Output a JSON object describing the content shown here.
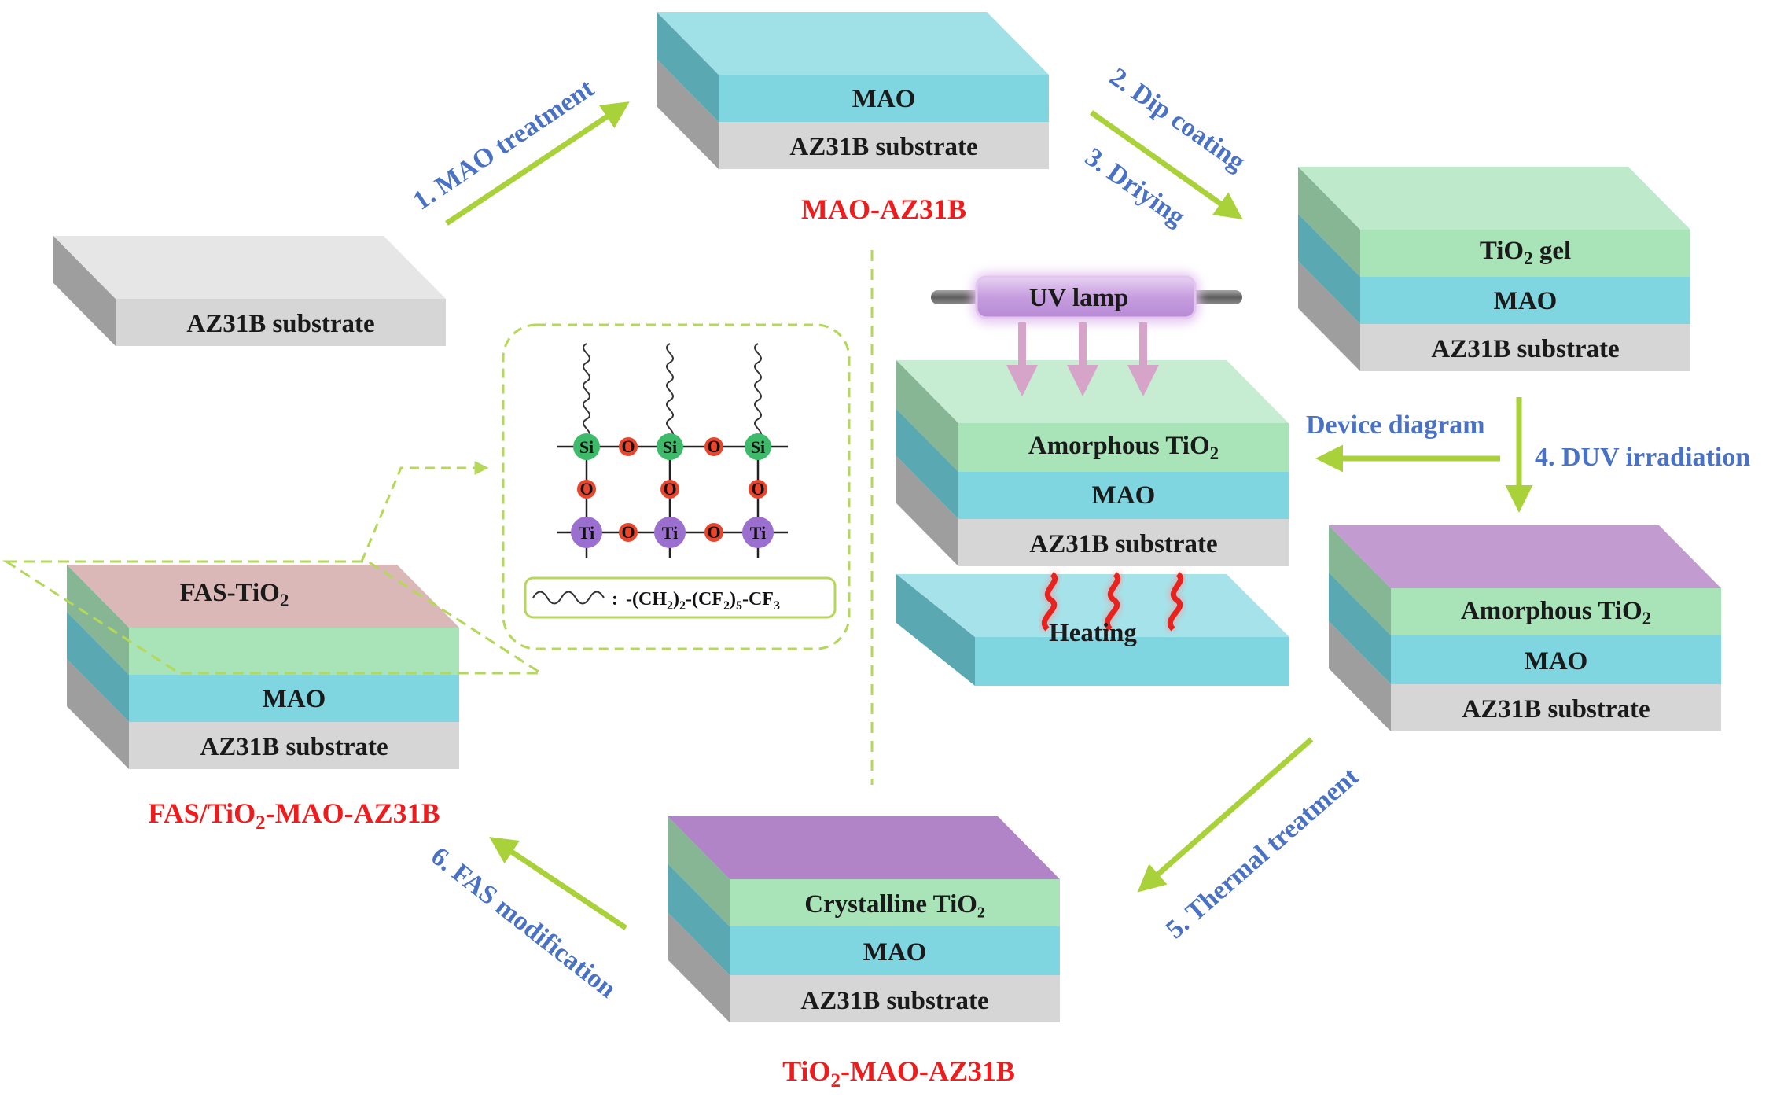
{
  "colors": {
    "substrate": "#d8d8d8",
    "mao": "#7fd6e0",
    "mao_top": "#a0e1e8",
    "gel": "#a9e3b8",
    "gel_top": "#bfe9cb",
    "purple_top": "#c29bd0",
    "crystal_top": "#b183c7",
    "fas": "#dab8b8",
    "arrow": "#a9d23a",
    "step_text": "#4a72c4",
    "name_text": "#ee1c1c",
    "uv_lamp": "#c9a3e0",
    "heat": "#e8231f",
    "si": "#3dbb6a",
    "o": "#e8452c",
    "ti": "#9a6fd0"
  },
  "blocks": {
    "substrate_only": {
      "substrate": "AZ31B substrate"
    },
    "mao_az31b": {
      "mao": "MAO",
      "substrate": "AZ31B substrate",
      "name": "MAO-AZ31B"
    },
    "gel": {
      "gel": "TiO",
      "gel_sub": "2",
      "gel_suffix": " gel",
      "mao": "MAO",
      "substrate": "AZ31B substrate"
    },
    "device": {
      "amorphous": "Amorphous TiO",
      "amorphous_sub": "2",
      "mao": "MAO",
      "substrate": "AZ31B substrate",
      "lamp": "UV lamp",
      "heating": "Heating",
      "caption": "Device diagram"
    },
    "irradiated": {
      "amorphous": "Amorphous TiO",
      "amorphous_sub": "2",
      "mao": "MAO",
      "substrate": "AZ31B substrate"
    },
    "crystalline": {
      "crystalline": "Crystalline TiO₂",
      "mao": "MAO",
      "substrate": "AZ31B substrate",
      "name_pre": "TiO",
      "name_sub": "2",
      "name_post": "-MAO-AZ31B"
    },
    "fas": {
      "fas": "FAS-TiO",
      "fas_sub": "2",
      "mao": "MAO",
      "substrate": "AZ31B substrate",
      "name_pre": "FAS/TiO",
      "name_sub": "2",
      "name_post": "-MAO-AZ31B"
    }
  },
  "steps": {
    "s1": "1. MAO treatment",
    "s2": "2. Dip coating",
    "s3": "3. Driying",
    "s4": "4. DUV irradiation",
    "s5": "5. Thermal treatment",
    "s6": "6. FAS modification"
  },
  "molecule": {
    "si": "Si",
    "o": "O",
    "ti": "Ti",
    "legend_colon": ":",
    "legend_formula": "-(CH",
    "f_sub1": "2",
    "f_mid1": ")",
    "f_sub2": "2",
    "f_mid2": "-(CF",
    "f_sub3": "2",
    "f_mid3": ")",
    "f_sub4": "5",
    "f_end": "-CF",
    "f_sub5": "3"
  }
}
